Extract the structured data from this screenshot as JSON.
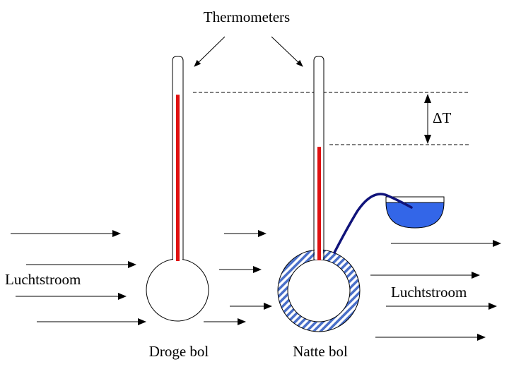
{
  "labels": {
    "thermometers": "Thermometers",
    "delta_t": "ΔT",
    "airflow_left": "Luchtstroom",
    "airflow_right": "Luchtstroom",
    "dry_bulb": "Droge bol",
    "wet_bulb": "Natte bol"
  },
  "thermometers": [
    {
      "name": "dry",
      "reading_fraction": 0.83
    },
    {
      "name": "wet",
      "reading_fraction": 0.57
    }
  ],
  "colors": {
    "mercury": "#e01010",
    "wick_hatch": "#4a6fc8",
    "water": "#3366e8",
    "wick_cord": "#10137a",
    "line": "#000000"
  },
  "icons": {
    "arrow": "right-arrow",
    "double_arrow": "vertical-double-arrow"
  }
}
